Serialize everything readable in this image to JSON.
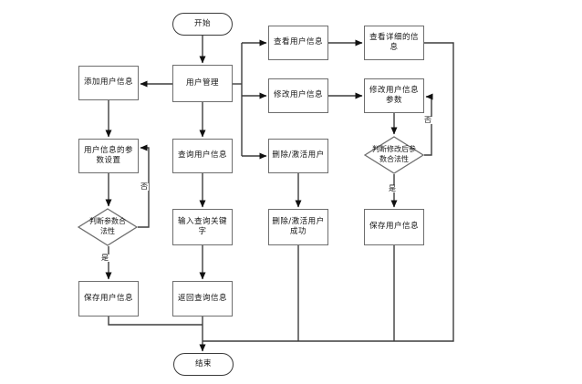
{
  "diagram": {
    "type": "flowchart",
    "language": "zh-CN",
    "colors": {
      "background": "#ffffff",
      "node_fill": "#ffffff",
      "node_border": "#6e6e6e",
      "terminator_border": "#3a3a3a",
      "line": "#3d3d3d",
      "arrowhead": "#111111",
      "text": "#141414"
    }
  },
  "nodes": [
    {
      "id": "start",
      "type": "terminator",
      "label": "开始"
    },
    {
      "id": "user-management",
      "type": "process",
      "label": "用户管理"
    },
    {
      "id": "add-user-info",
      "type": "process",
      "label": "添加用户信息"
    },
    {
      "id": "view-user-info",
      "type": "process",
      "label": "查看用户信息"
    },
    {
      "id": "view-detail-info",
      "type": "process",
      "label": "查看详细的信\n息"
    },
    {
      "id": "modify-user-info",
      "type": "process",
      "label": "修改用户信息"
    },
    {
      "id": "modify-user-params",
      "type": "process",
      "label": "修改用户信息\n参数"
    },
    {
      "id": "param-settings",
      "type": "process",
      "label": "用户信息的参\n数设置"
    },
    {
      "id": "query-user-info",
      "type": "process",
      "label": "查询用户信息"
    },
    {
      "id": "delete-activate-user",
      "type": "process",
      "label": "删除/激活用户"
    },
    {
      "id": "judge-param-valid",
      "type": "decision",
      "label": "判断参数合\n法性"
    },
    {
      "id": "input-query-keyword",
      "type": "process",
      "label": "输入查询关键\n字"
    },
    {
      "id": "delete-activate-ok",
      "type": "process",
      "label": "删除/激活用户\n成功"
    },
    {
      "id": "judge-modified-valid",
      "type": "decision",
      "label": "判断修改后参\n数合法性"
    },
    {
      "id": "save-user-info-right",
      "type": "process",
      "label": "保存用户信息"
    },
    {
      "id": "save-user-info-left",
      "type": "process",
      "label": "保存用户信息"
    },
    {
      "id": "return-query-info",
      "type": "process",
      "label": "返回查询信息"
    },
    {
      "id": "end",
      "type": "terminator",
      "label": "结束"
    }
  ],
  "edge_labels": {
    "no_left": "否",
    "yes_left": "是",
    "no_right": "否",
    "yes_right": "是"
  },
  "edges": [
    {
      "from": "开始",
      "to": "用户管理"
    },
    {
      "from": "用户管理",
      "to": "添加用户信息"
    },
    {
      "from": "用户管理",
      "to": "查询用户信息"
    },
    {
      "from": "用户管理",
      "to": "查看用户信息"
    },
    {
      "from": "用户管理",
      "to": "修改用户信息"
    },
    {
      "from": "用户管理",
      "to": "删除/激活用户"
    },
    {
      "from": "添加用户信息",
      "to": "用户信息的参数设置"
    },
    {
      "from": "用户信息的参数设置",
      "to": "判断参数合法性"
    },
    {
      "from": "判断参数合法性",
      "to": "保存用户信息",
      "label": "是"
    },
    {
      "from": "判断参数合法性",
      "to": "用户信息的参数设置",
      "label": "否"
    },
    {
      "from": "保存用户信息",
      "to": "结束"
    },
    {
      "from": "查询用户信息",
      "to": "输入查询关键字"
    },
    {
      "from": "输入查询关键字",
      "to": "返回查询信息"
    },
    {
      "from": "返回查询信息",
      "to": "结束"
    },
    {
      "from": "查看用户信息",
      "to": "查看详细的信息"
    },
    {
      "from": "查看详细的信息",
      "to": "结束"
    },
    {
      "from": "修改用户信息",
      "to": "修改用户信息参数"
    },
    {
      "from": "修改用户信息参数",
      "to": "判断修改后参数合法性"
    },
    {
      "from": "判断修改后参数合法性",
      "to": "保存用户信息",
      "label": "是"
    },
    {
      "from": "判断修改后参数合法性",
      "to": "修改用户信息参数",
      "label": "否"
    },
    {
      "from": "删除/激活用户",
      "to": "删除/激活用户成功"
    },
    {
      "from": "删除/激活用户成功",
      "to": "结束"
    }
  ]
}
